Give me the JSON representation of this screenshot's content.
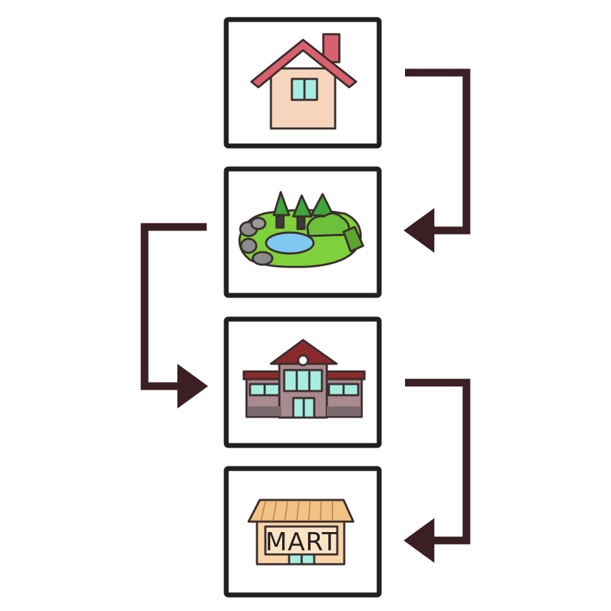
{
  "diagram": {
    "steps": [
      {
        "id": "home",
        "icon": "house-icon"
      },
      {
        "id": "park",
        "icon": "park-pond-icon"
      },
      {
        "id": "school",
        "icon": "school-building-icon"
      },
      {
        "id": "mart",
        "icon": "mart-store-icon",
        "sign": "MART"
      }
    ],
    "flow": [
      {
        "from": "home",
        "to": "park",
        "side": "right"
      },
      {
        "from": "park",
        "to": "school",
        "side": "left"
      },
      {
        "from": "school",
        "to": "mart",
        "side": "right"
      }
    ],
    "colors": {
      "frame": "#231f20",
      "arrow": "#3a1f24",
      "house_roof": "#d9606e",
      "house_wall": "#f7d5bd",
      "window": "#a6ede0",
      "grass": "#7fd13b",
      "tree": "#3ea63c",
      "pond": "#7fc8f0",
      "rock": "#8c8c8c",
      "school_roof": "#8b2a2c",
      "school_wall": "#a98a90",
      "mart_roof": "#f0c283",
      "mart_wall": "#f9d4a8"
    }
  }
}
